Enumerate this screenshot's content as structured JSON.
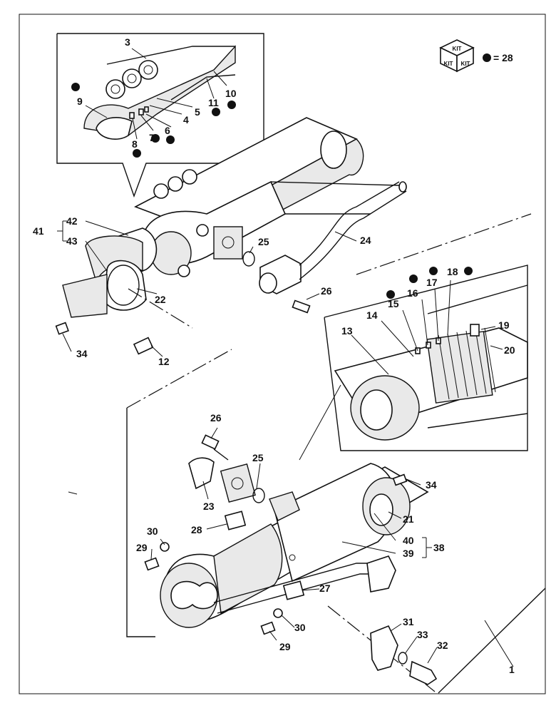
{
  "legend": {
    "kit_top": "KIT",
    "kit_left": "KIT",
    "kit_right": "KIT",
    "marker_text": "= 28"
  },
  "callouts": [
    {
      "id": "c1",
      "text": "1"
    },
    {
      "id": "c3",
      "text": "3"
    },
    {
      "id": "c4",
      "text": "4"
    },
    {
      "id": "c5",
      "text": "5"
    },
    {
      "id": "c6",
      "text": "6"
    },
    {
      "id": "c7",
      "text": "7"
    },
    {
      "id": "c8",
      "text": "8"
    },
    {
      "id": "c9",
      "text": "9"
    },
    {
      "id": "c10",
      "text": "10"
    },
    {
      "id": "c11",
      "text": "11"
    },
    {
      "id": "c12",
      "text": "12"
    },
    {
      "id": "c13",
      "text": "13"
    },
    {
      "id": "c14",
      "text": "14"
    },
    {
      "id": "c15",
      "text": "15"
    },
    {
      "id": "c16",
      "text": "16"
    },
    {
      "id": "c17",
      "text": "17"
    },
    {
      "id": "c18",
      "text": "18"
    },
    {
      "id": "c19",
      "text": "19"
    },
    {
      "id": "c20",
      "text": "20"
    },
    {
      "id": "c21",
      "text": "21"
    },
    {
      "id": "c22",
      "text": "22"
    },
    {
      "id": "c23",
      "text": "23"
    },
    {
      "id": "c24",
      "text": "24"
    },
    {
      "id": "c25a",
      "text": "25"
    },
    {
      "id": "c25b",
      "text": "25"
    },
    {
      "id": "c26a",
      "text": "26"
    },
    {
      "id": "c26b",
      "text": "26"
    },
    {
      "id": "c27",
      "text": "27"
    },
    {
      "id": "c28",
      "text": "28"
    },
    {
      "id": "c29a",
      "text": "29"
    },
    {
      "id": "c29b",
      "text": "29"
    },
    {
      "id": "c30a",
      "text": "30"
    },
    {
      "id": "c30b",
      "text": "30"
    },
    {
      "id": "c31",
      "text": "31"
    },
    {
      "id": "c32",
      "text": "32"
    },
    {
      "id": "c33",
      "text": "33"
    },
    {
      "id": "c34a",
      "text": "34"
    },
    {
      "id": "c34b",
      "text": "34"
    },
    {
      "id": "c38",
      "text": "38"
    },
    {
      "id": "c39",
      "text": "39"
    },
    {
      "id": "c40",
      "text": "40"
    },
    {
      "id": "c41",
      "text": "41"
    },
    {
      "id": "c42",
      "text": "42"
    },
    {
      "id": "c43",
      "text": "43"
    }
  ]
}
